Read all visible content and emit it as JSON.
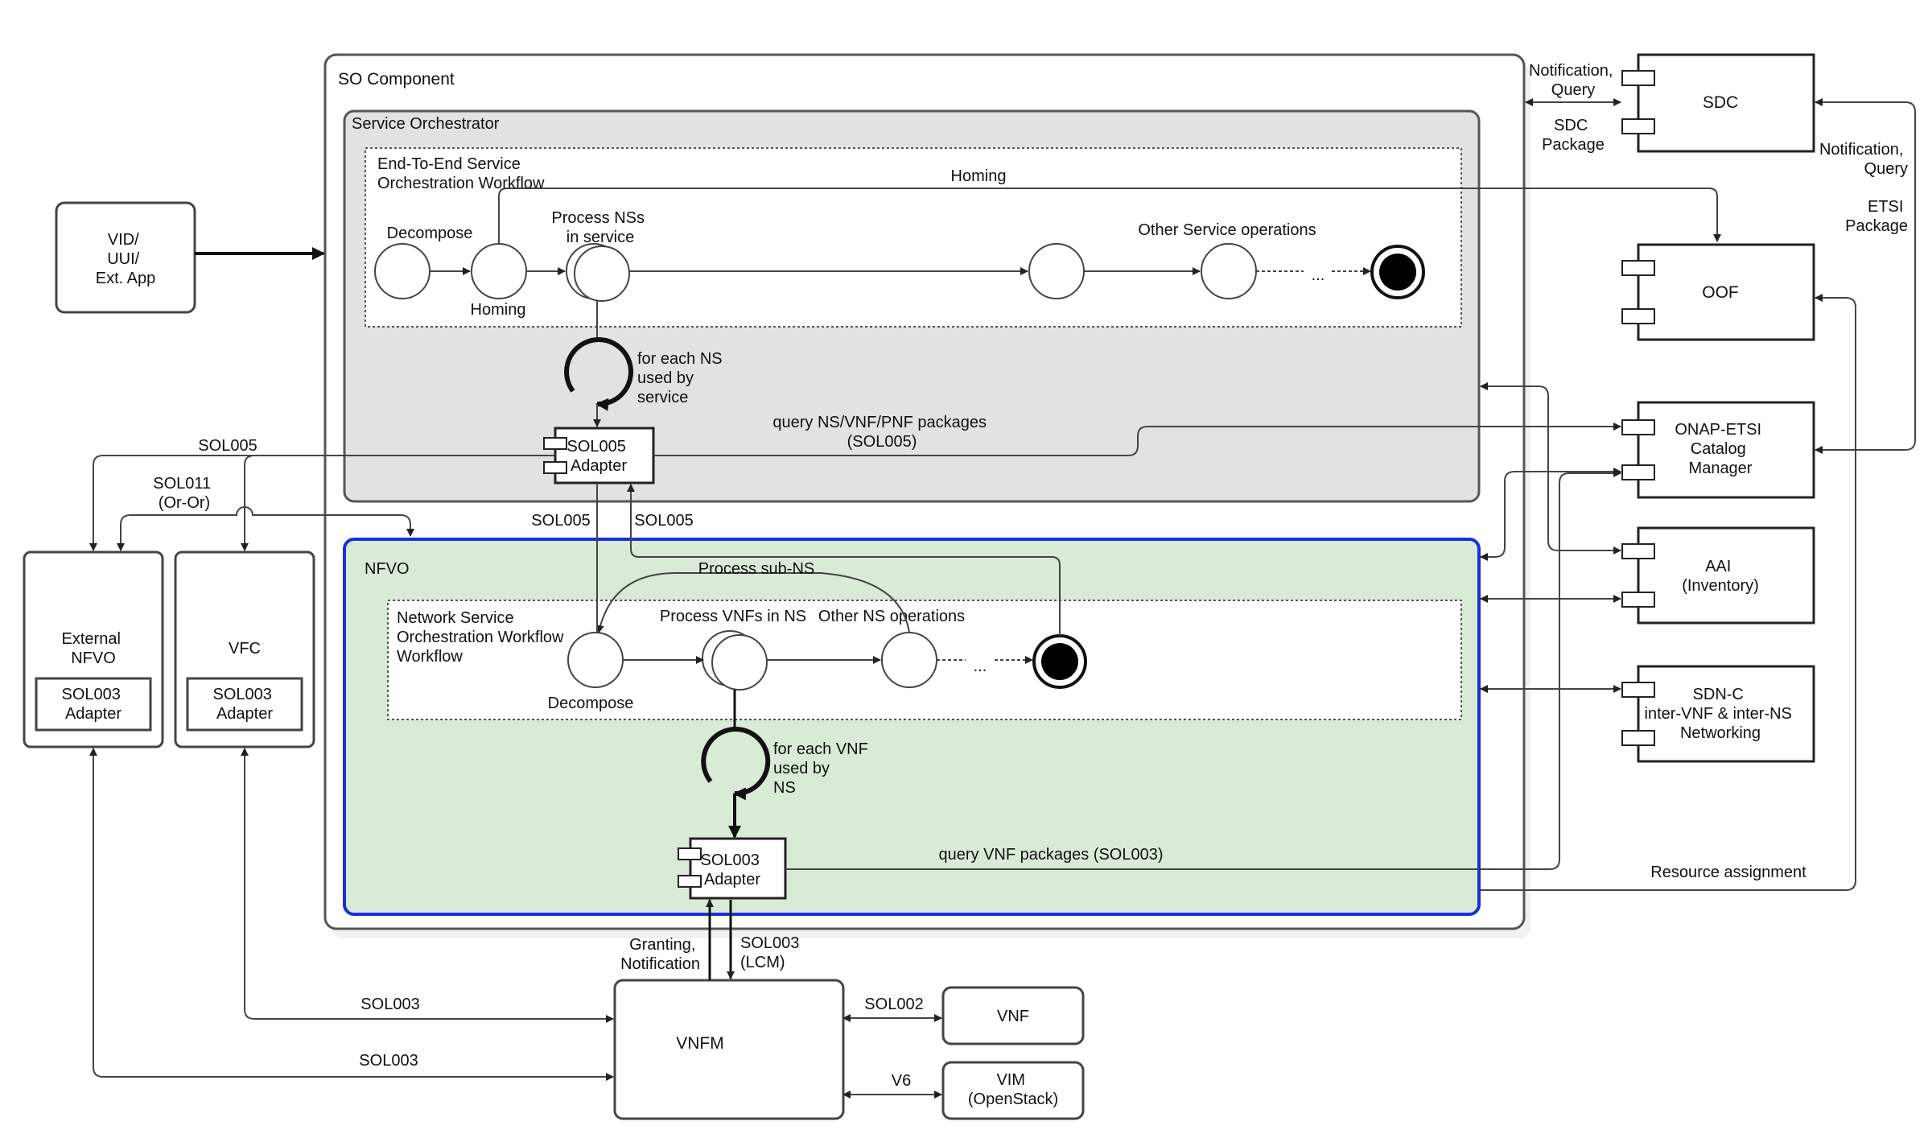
{
  "containers": {
    "so_component": "SO Component",
    "service_orchestrator": "Service Orchestrator",
    "nfvo": "NFVO",
    "e2e_workflow": [
      "End-To-End Service",
      "Orchestration Workflow"
    ],
    "ns_workflow": [
      "Network Service",
      "Orchestration Workflow",
      "Workflow"
    ]
  },
  "e2e": {
    "decompose": "Decompose",
    "homing": "Homing",
    "process_ns": [
      "Process NSs",
      "in service"
    ],
    "other_ops": "Other Service operations",
    "ellipsis": "...",
    "homing_link": "Homing"
  },
  "loop_ns": [
    "for each NS",
    "used by",
    "service"
  ],
  "sol005_adapter": [
    "SOL005",
    "Adapter"
  ],
  "ns": {
    "decompose": "Decompose",
    "process_vnfs": "Process VNFs in NS",
    "other_ops": "Other NS operations",
    "ellipsis": "...",
    "sub_ns": "Process sub-NS"
  },
  "loop_vnf": [
    "for each VNF",
    "used by",
    "NS"
  ],
  "sol003_adapter": [
    "SOL003",
    "Adapter"
  ],
  "external": {
    "vid": [
      "VID/",
      "UUI/",
      "Ext. App"
    ],
    "ext_nfvo": [
      "External",
      "NFVO"
    ],
    "vfc": "VFC",
    "inner_adapter": [
      "SOL003",
      "Adapter"
    ],
    "sdc": "SDC",
    "oof": "OOF",
    "catalog": [
      "ONAP-ETSI",
      "Catalog",
      "Manager"
    ],
    "aai": [
      "AAI",
      "(Inventory)"
    ],
    "sdnc": [
      "SDN-C",
      "inter-VNF & inter-NS",
      "Networking"
    ],
    "vnfm": "VNFM",
    "vnf": "VNF",
    "vim": [
      "VIM",
      "(OpenStack)"
    ]
  },
  "edge_labels": {
    "sol005_left": "SOL005",
    "sol011": [
      "SOL011",
      "(Or-Or)"
    ],
    "sol005_down": "SOL005",
    "sol005_up": "SOL005",
    "query_ns": [
      "query NS/VNF/PNF packages",
      "(SOL005)"
    ],
    "query_vnf": "query VNF packages (SOL003)",
    "notif_query_sdc": [
      "Notification,",
      "Query"
    ],
    "sdc_package": [
      "SDC",
      "Package"
    ],
    "notif_query_right": [
      "Notification,",
      "Query"
    ],
    "etsi_package": [
      "ETSI",
      "Package"
    ],
    "resource_assignment": "Resource assignment",
    "granting": [
      "Granting,",
      "Notification"
    ],
    "sol003_lcm": [
      "SOL003",
      "(LCM)"
    ],
    "sol003_vfc": "SOL003",
    "sol003_nfvo": "SOL003",
    "sol002": "SOL002",
    "v6": "V6"
  },
  "colors": {
    "service_orchestrator_fill": "#e2e2e2",
    "nfvo_fill": "#d9ead6",
    "nfvo_border": "#1b2fd6",
    "line": "#444444"
  }
}
